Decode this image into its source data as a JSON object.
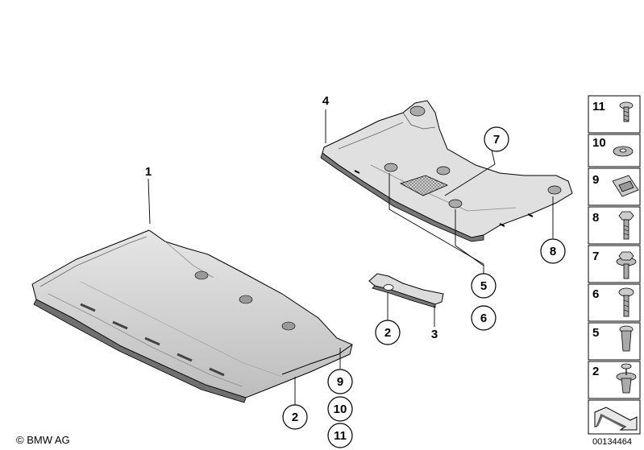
{
  "callouts": {
    "c1": "1",
    "c2a": "2",
    "c2b": "2",
    "c3": "3",
    "c4": "4",
    "c5": "5",
    "c6": "6",
    "c7": "7",
    "c8": "8",
    "c9": "9",
    "c10": "10",
    "c11": "11"
  },
  "legend": [
    "11",
    "10",
    "9",
    "8",
    "7",
    "6",
    "5",
    "2"
  ],
  "copyright": "© BMW AG",
  "drawing_number": "00134464"
}
